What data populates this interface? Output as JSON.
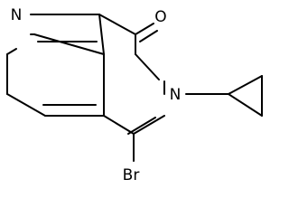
{
  "molecule": {
    "atoms": {
      "n_pyridine": "N",
      "o_carbonyl": "O",
      "n_lactam": "N",
      "br": "Br"
    }
  },
  "colors": {
    "ink": "#000000",
    "background": "#ffffff"
  }
}
